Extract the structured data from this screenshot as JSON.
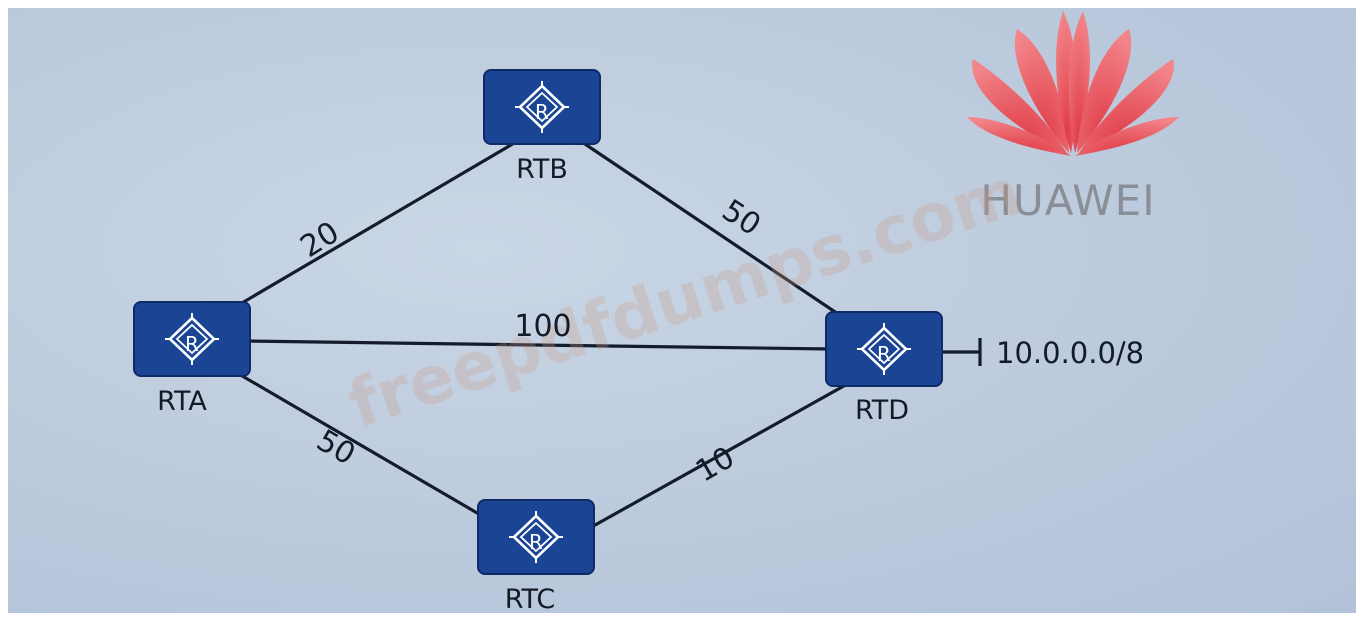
{
  "brand": {
    "name": "HUAWEI"
  },
  "watermark": {
    "text": "freepdfdumps.com"
  },
  "routers": [
    {
      "id": "RTA",
      "label": "RTA"
    },
    {
      "id": "RTB",
      "label": "RTB"
    },
    {
      "id": "RTC",
      "label": "RTC"
    },
    {
      "id": "RTD",
      "label": "RTD"
    }
  ],
  "router_icon_glyph": "R",
  "links": [
    {
      "from": "RTA",
      "to": "RTB",
      "cost": "20"
    },
    {
      "from": "RTB",
      "to": "RTD",
      "cost": "50"
    },
    {
      "from": "RTA",
      "to": "RTD",
      "cost": "100"
    },
    {
      "from": "RTA",
      "to": "RTC",
      "cost": "50"
    },
    {
      "from": "RTC",
      "to": "RTD",
      "cost": "10"
    }
  ],
  "network": {
    "attached_to": "RTD",
    "prefix": "10.0.0.0/8"
  },
  "colors": {
    "router_fill": "#1a4595",
    "link": "#141c2c",
    "brand_logo": "#e8464d",
    "brand_text": "#8a8e96"
  }
}
